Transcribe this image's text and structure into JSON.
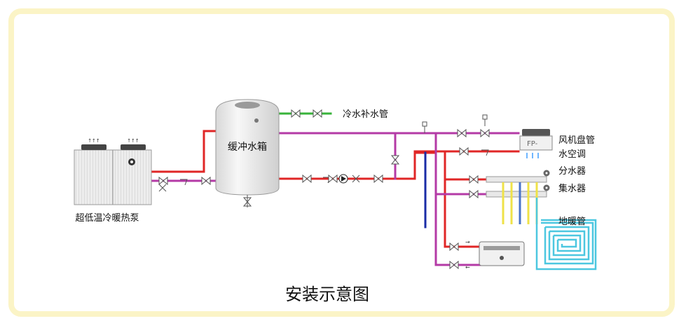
{
  "colors": {
    "frame_border": "#fbf4c6",
    "supply_pipe": "#e02626",
    "return_pipe": "#b43aa6",
    "makeup_water_pipe": "#38b33a",
    "cold_pipe": "#1a2ca6",
    "floor_heating_pipe": "#4cc7e0",
    "manifold_branch_yellow": "#efe248",
    "manifold_branch_blue": "#4a74c8",
    "equipment_gray": "#e6e6e6"
  },
  "labels": {
    "heat_pump": "超低温冷暖热泵",
    "buffer_tank": "缓冲水箱",
    "makeup_water_pipe": "冷水补水管",
    "fan_coil": "风机盘管",
    "water_ac": "水空调",
    "water_distributor": "分水器",
    "water_collector": "集水器",
    "floor_heating": "地暖管",
    "fan_coil_display": "FP-",
    "title": "安装示意图"
  },
  "icons": {
    "valve": "butterfly-valve-icon",
    "check_valve": "check-valve-icon",
    "filter": "y-filter-icon",
    "pump": "circulation-pump-icon",
    "vent": "air-vent-icon"
  }
}
